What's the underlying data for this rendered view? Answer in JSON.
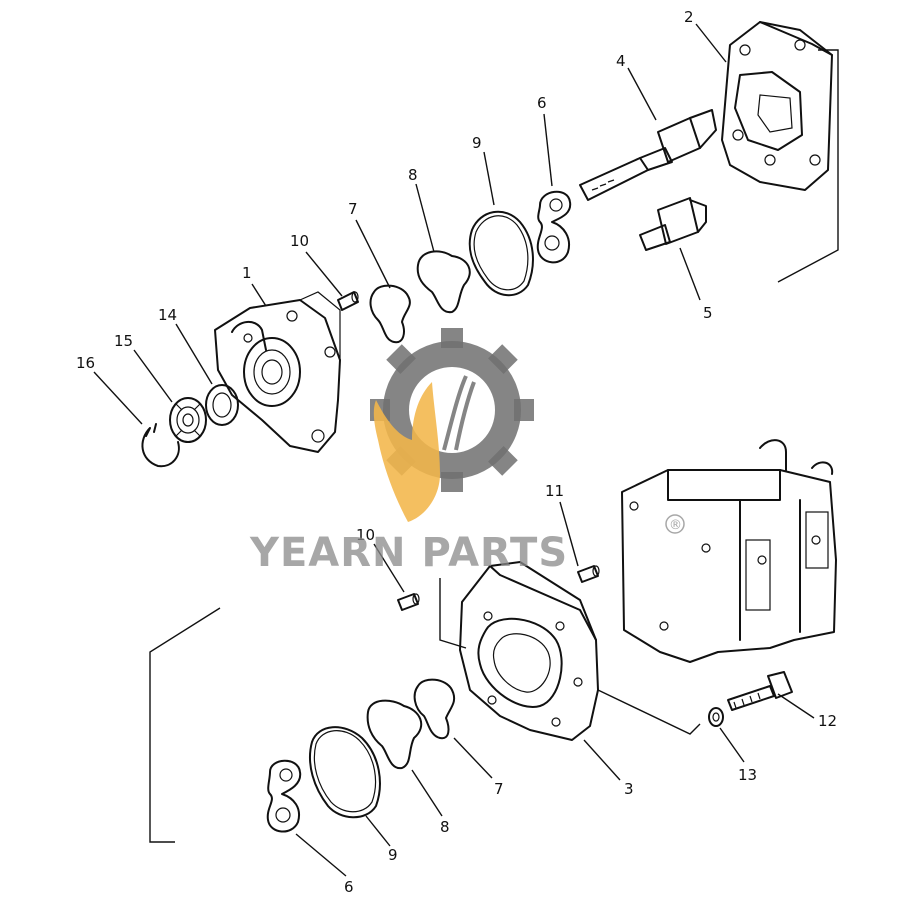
{
  "watermark": {
    "brand": "YEARN PARTS",
    "registered_mark": "®",
    "colors": {
      "gear": "#707070",
      "flame": "#f2b64a",
      "text": "#8a8a8a"
    }
  },
  "callouts": [
    {
      "id": "c1",
      "label": "1"
    },
    {
      "id": "c2",
      "label": "2"
    },
    {
      "id": "c4",
      "label": "4"
    },
    {
      "id": "c5",
      "label": "5"
    },
    {
      "id": "c6a",
      "label": "6"
    },
    {
      "id": "c7a",
      "label": "7"
    },
    {
      "id": "c8a",
      "label": "8"
    },
    {
      "id": "c9a",
      "label": "9"
    },
    {
      "id": "c10a",
      "label": "10"
    },
    {
      "id": "c14",
      "label": "14"
    },
    {
      "id": "c15",
      "label": "15"
    },
    {
      "id": "c16",
      "label": "16"
    },
    {
      "id": "c11",
      "label": "11"
    },
    {
      "id": "c10b",
      "label": "10"
    },
    {
      "id": "c12",
      "label": "12"
    },
    {
      "id": "c13",
      "label": "13"
    },
    {
      "id": "c3",
      "label": "3"
    },
    {
      "id": "c7b",
      "label": "7"
    },
    {
      "id": "c8b",
      "label": "8"
    },
    {
      "id": "c9b",
      "label": "9"
    },
    {
      "id": "c6b",
      "label": "6"
    }
  ]
}
